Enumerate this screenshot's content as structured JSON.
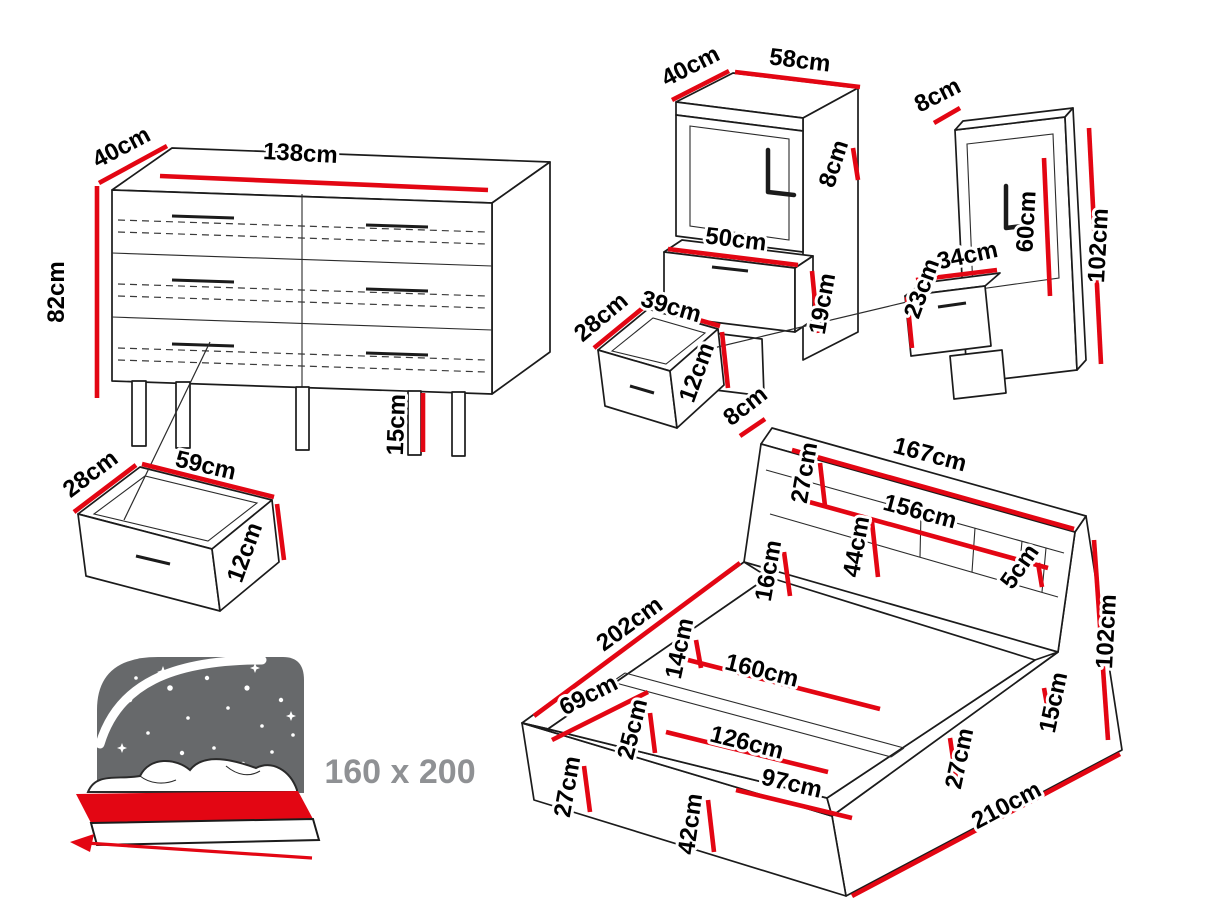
{
  "meta": {
    "type": "furniture-dimension-diagram",
    "subject": "bedroom set technical drawing"
  },
  "colors": {
    "dimension_line": "#e30613",
    "drawing_line": "#1b1b1b",
    "label_text": "#000000",
    "icon_headboard_gray": "#67696b",
    "icon_mattress_red": "#e30613",
    "size_label_gray": "#8f9194"
  },
  "dresser": {
    "depth": "40cm",
    "width": "138cm",
    "height": "82cm",
    "leg_height": "15cm",
    "drawer": {
      "depth": "28cm",
      "width": "59cm",
      "front_height": "12cm"
    }
  },
  "nightstand_left": {
    "depth": "40cm",
    "width": "58cm",
    "panel_thickness": "8cm",
    "drawer_front_width": "50cm",
    "drawer_front_height": "19cm",
    "drawer": {
      "depth": "28cm",
      "width": "39cm",
      "front_height": "12cm"
    }
  },
  "nightstand_right": {
    "panel_thickness": "8cm",
    "height": "102cm",
    "niche_height": "60cm",
    "drawer_width": "34cm",
    "drawer_depth": "23cm"
  },
  "bed": {
    "headboard_thickness": "8cm",
    "headboard_width": "167cm",
    "shelf_height": "27cm",
    "shelf_width": "156cm",
    "headboard_inner_height": "44cm",
    "shelf_end_width": "5cm",
    "frame_edge": "16cm",
    "headboard_height": "102cm",
    "frame_length": "202cm",
    "rail_width": "14cm",
    "front_section": "69cm",
    "inner_width": "160cm",
    "storage_length": "126cm",
    "divider_width": "25cm",
    "corner_height": "27cm",
    "storage_width": "97cm",
    "front_height": "42cm",
    "inner_depth": "27cm",
    "base_height": "15cm",
    "total_length": "210cm"
  },
  "bed_icon": {
    "size_label": "160 x 200"
  }
}
